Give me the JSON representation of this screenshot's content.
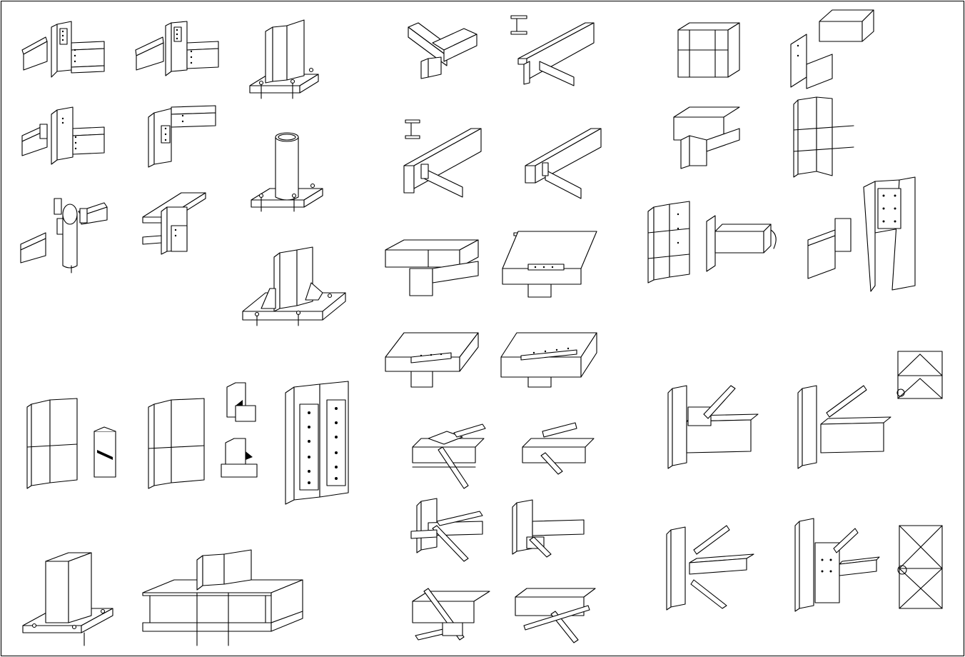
{
  "sheet": {
    "frame_color": "#000000",
    "line_color": "#000000",
    "background": "#ffffff"
  },
  "details": [
    {
      "kind": "beam-to-column-bolted",
      "icon": "beam-column-connection"
    },
    {
      "kind": "beam-to-column-bolted",
      "icon": "beam-column-connection"
    },
    {
      "kind": "column-base-plate",
      "icon": "column-base"
    },
    {
      "kind": "beam-to-column-bolted",
      "icon": "beam-column-connection"
    },
    {
      "kind": "beam-to-column-bolted",
      "icon": "beam-column-connection"
    },
    {
      "kind": "pipe-column-base",
      "icon": "pipe-column-base"
    },
    {
      "kind": "beam-to-pipe-column",
      "icon": "beam-pipe-connection"
    },
    {
      "kind": "beam-to-beam-cross",
      "icon": "beam-cross-connection"
    },
    {
      "kind": "column-base-stiffened",
      "icon": "stiffened-column-base"
    },
    {
      "kind": "beam-cross-connection",
      "icon": "beam-cross-connection"
    },
    {
      "kind": "secondary-beam-to-girder",
      "icon": "beam-to-girder"
    },
    {
      "kind": "secondary-beam-to-girder",
      "icon": "beam-to-girder"
    },
    {
      "kind": "secondary-beam-to-girder",
      "icon": "beam-to-girder"
    },
    {
      "kind": "beam-splice-stacked",
      "icon": "stacked-beam"
    },
    {
      "kind": "beam-splice-stacked",
      "icon": "stacked-beam"
    },
    {
      "kind": "beam-over-beam-bolted",
      "icon": "stacked-beam"
    },
    {
      "kind": "beam-over-beam-bolted",
      "icon": "stacked-beam"
    },
    {
      "kind": "bracing-to-beam",
      "icon": "brace-beam"
    },
    {
      "kind": "bracing-to-beam",
      "icon": "brace-beam"
    },
    {
      "kind": "bracing-to-column-beam",
      "icon": "brace-column"
    },
    {
      "kind": "bracing-to-column-beam",
      "icon": "brace-column"
    },
    {
      "kind": "cross-bracing-to-beam",
      "icon": "cross-brace"
    },
    {
      "kind": "cross-bracing-to-beam",
      "icon": "cross-brace"
    },
    {
      "kind": "box-column-frame",
      "icon": "box-frame"
    },
    {
      "kind": "box-column-bolted",
      "icon": "box-frame"
    },
    {
      "kind": "haunched-knee",
      "icon": "knee-joint"
    },
    {
      "kind": "column-through-beams",
      "icon": "column-frame"
    },
    {
      "kind": "column-splice-bolted",
      "icon": "column-splice"
    },
    {
      "kind": "beam-end-plate",
      "icon": "end-plate"
    },
    {
      "kind": "tapered-column",
      "icon": "tapered-column"
    },
    {
      "kind": "column-splice-welded",
      "icon": "column-splice"
    },
    {
      "kind": "column-splice-welded",
      "icon": "column-splice"
    },
    {
      "kind": "weld-detail",
      "icon": "weld-detail"
    },
    {
      "kind": "column-splice-flange-plates",
      "icon": "flange-splice"
    },
    {
      "kind": "box-column-base",
      "icon": "box-column-base"
    },
    {
      "kind": "column-on-girder",
      "icon": "column-girder"
    },
    {
      "kind": "brace-gusset-to-column",
      "icon": "gusset-connection"
    },
    {
      "kind": "brace-gusset-to-column",
      "icon": "gusset-connection"
    },
    {
      "kind": "braced-frame-elevation",
      "icon": "frame-elevation"
    },
    {
      "kind": "double-brace-gusset",
      "icon": "gusset-connection"
    },
    {
      "kind": "double-brace-gusset",
      "icon": "gusset-connection"
    },
    {
      "kind": "x-braced-frame-elevation",
      "icon": "frame-elevation"
    }
  ]
}
